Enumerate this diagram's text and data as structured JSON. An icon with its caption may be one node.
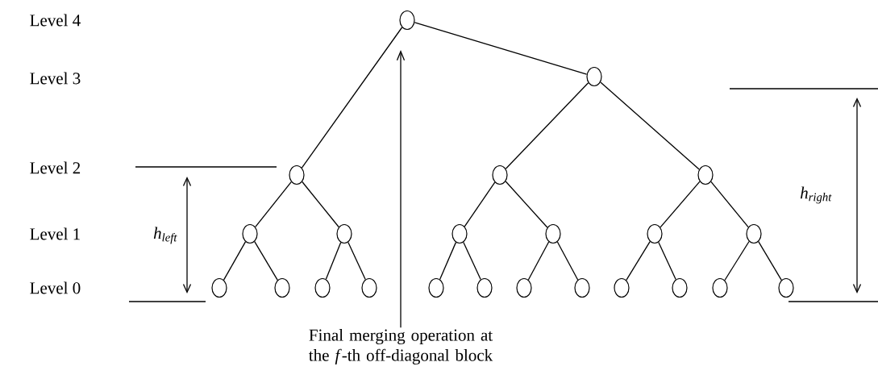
{
  "diagram": {
    "nodes": [
      {
        "text": [],
        "shape": "circle"
      },
      {
        "text": [],
        "shape": "circle"
      },
      {
        "text": [],
        "shape": "circle"
      },
      {
        "text": [],
        "shape": "circle"
      },
      {
        "text": [],
        "shape": "circle"
      },
      {
        "text": [],
        "shape": "circle"
      },
      {
        "text": [],
        "shape": "circle"
      },
      {
        "text": [],
        "shape": "circle"
      },
      {
        "text": [],
        "shape": "circle"
      },
      {
        "text": [],
        "shape": "circle"
      },
      {
        "text": [],
        "shape": "circle"
      },
      {
        "text": [],
        "shape": "circle"
      },
      {
        "text": [],
        "shape": "circle"
      },
      {
        "text": [],
        "shape": "circle"
      },
      {
        "text": [],
        "shape": "circle"
      },
      {
        "text": [],
        "shape": "circle"
      },
      {
        "text": [],
        "shape": "circle"
      },
      {
        "text": [],
        "shape": "circle"
      },
      {
        "text": [],
        "shape": "circle"
      },
      {
        "text": [],
        "shape": "circle"
      },
      {
        "text": [],
        "shape": "circle"
      },
      {
        "text": [],
        "shape": "circle"
      },
      {
        "text": [],
        "shape": "circle"
      },
      {
        "text": [
          "Final merging operation at the *f*-th off-diagonal block"
        ]
      }
    ],
    "edges": [
      {
        "from": 0,
        "to": 2,
        "arrow": "none"
      },
      {
        "from": 0,
        "to": 1,
        "arrow": "none"
      },
      {
        "from": 1,
        "to": 3,
        "arrow": "none"
      },
      {
        "from": 1,
        "to": 4,
        "arrow": "none"
      },
      {
        "from": 2,
        "to": 5,
        "arrow": "none"
      },
      {
        "from": 2,
        "to": 6,
        "arrow": "none"
      },
      {
        "from": 3,
        "to": 7,
        "arrow": "none"
      },
      {
        "from": 3,
        "to": 8,
        "arrow": "none"
      },
      {
        "from": 4,
        "to": 9,
        "arrow": "none"
      },
      {
        "from": 4,
        "to": 10,
        "arrow": "none"
      },
      {
        "from": 5,
        "to": 11,
        "arrow": "none"
      },
      {
        "from": 5,
        "to": 12,
        "arrow": "none"
      },
      {
        "from": 6,
        "to": 13,
        "arrow": "none"
      },
      {
        "from": 6,
        "to": 14,
        "arrow": "none"
      },
      {
        "from": 7,
        "to": 15,
        "arrow": "none"
      },
      {
        "from": 7,
        "to": 16,
        "arrow": "none"
      },
      {
        "from": 8,
        "to": 17,
        "arrow": "none"
      },
      {
        "from": 8,
        "to": 18,
        "arrow": "none"
      },
      {
        "from": 9,
        "to": 19,
        "arrow": "none"
      },
      {
        "from": 9,
        "to": 20,
        "arrow": "none"
      },
      {
        "from": 10,
        "to": 21,
        "arrow": "none"
      },
      {
        "from": 10,
        "to": 22,
        "arrow": "none"
      },
      {
        "from": 23,
        "to": null,
        "arrow": "to"
      }
    ],
    "labels": [
      "Level 4",
      "Level 3",
      "Level 2",
      "Level 1",
      "h$_{left}$",
      "Level 0",
      "h$_{right}$"
    ]
  }
}
